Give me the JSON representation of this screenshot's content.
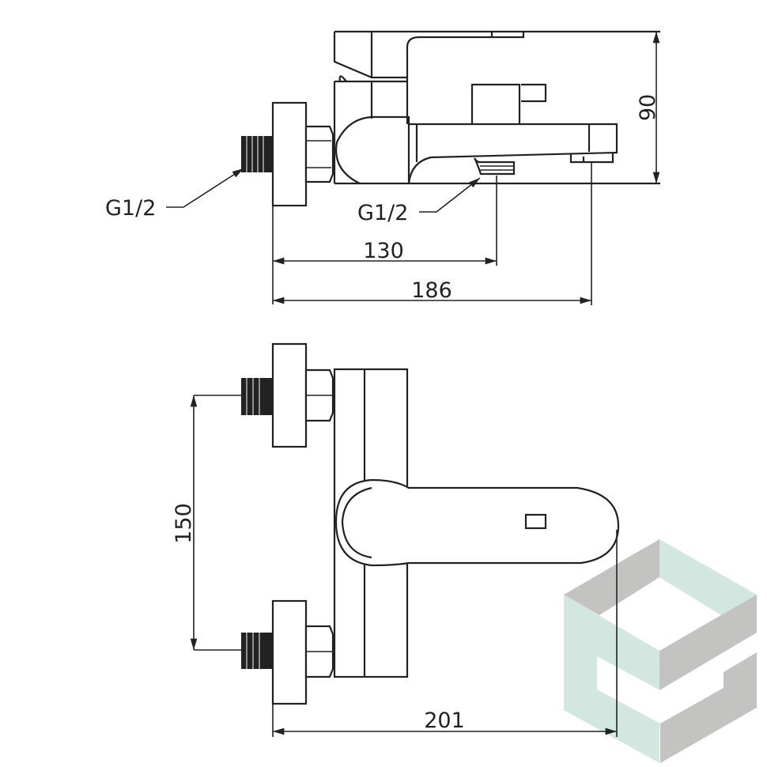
{
  "logo": {
    "colors": {
      "mint": "#cfe6df",
      "gray": "#c0c0be"
    }
  },
  "top_view": {
    "height_dim": "90",
    "inlet_thread_label": "G1/2",
    "outlet_thread_label": "G1/2",
    "outlet_distance_dim": "130",
    "total_length_dim": "186"
  },
  "front_view": {
    "inlet_spacing_dim": "150",
    "total_depth_dim": "201"
  }
}
